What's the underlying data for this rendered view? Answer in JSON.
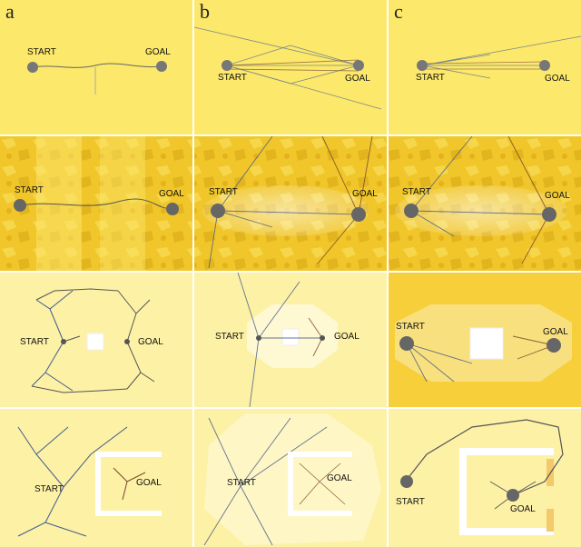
{
  "panel_labels": [
    "a",
    "b",
    "c"
  ],
  "start_label": "START",
  "goal_label": "GOAL",
  "colors": {
    "plain_bg": "#fce86a",
    "terrain_bg": "#f2cc2c",
    "pale_bg": "#fdf1a6",
    "tree_start": "#3f5c8c",
    "tree_goal": "#8a5a3a",
    "path_grey": "#555555"
  },
  "layout_description": "3 columns (a,b,c) x 4 rows of motion-planning scenes with START and GOAL markers"
}
